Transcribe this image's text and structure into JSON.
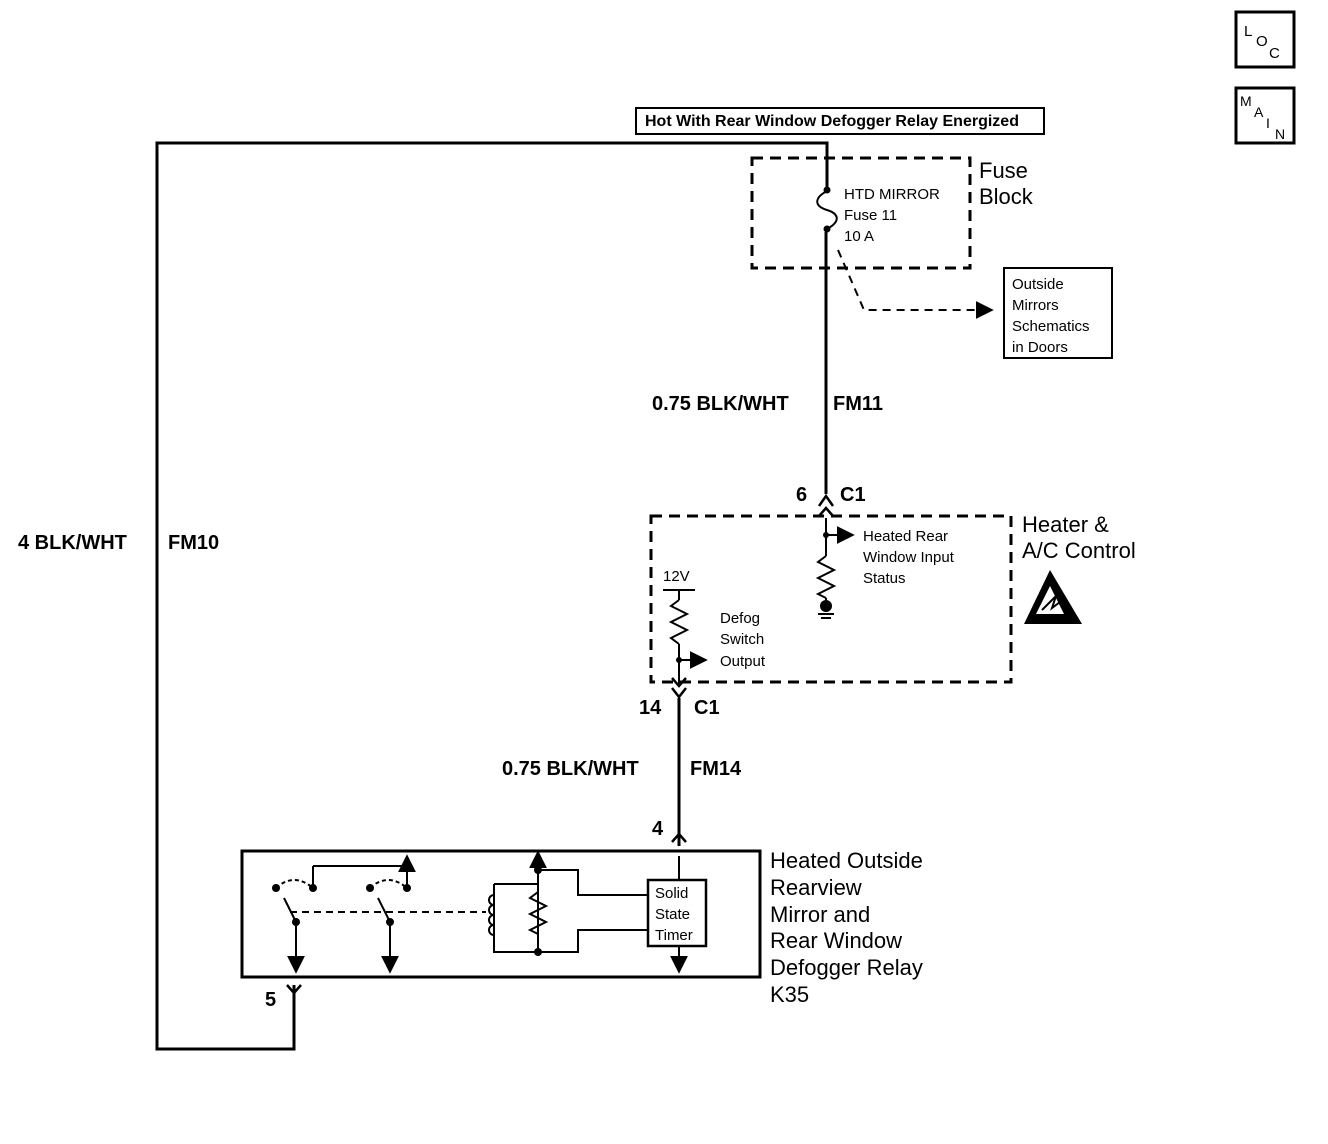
{
  "nav": {
    "loc": [
      "L",
      "O",
      "C"
    ],
    "main": [
      "M",
      "A",
      "I",
      "N"
    ]
  },
  "header_label": "Hot With Rear Window Defogger Relay Energized",
  "fuse_block": {
    "title_1": "Fuse",
    "title_2": "Block",
    "fuse_1": "HTD MIRROR",
    "fuse_2": "Fuse 11",
    "fuse_3": "10 A"
  },
  "outside_mirrors": {
    "line_1": "Outside",
    "line_2": "Mirrors",
    "line_3": "Schematics",
    "line_4": "in Doors"
  },
  "wires": {
    "fm11": {
      "gauge_color": "0.75 BLK/WHT",
      "circuit": "FM11"
    },
    "fm10": {
      "gauge_color": "4 BLK/WHT",
      "circuit": "FM10"
    },
    "fm14": {
      "gauge_color": "0.75 BLK/WHT",
      "circuit": "FM14"
    }
  },
  "connectors": {
    "c1_top_pin": "6",
    "c1_top_name": "C1",
    "c1_bottom_pin": "14",
    "c1_bottom_name": "C1",
    "relay_pin_4": "4",
    "relay_pin_5": "5"
  },
  "hvac_control": {
    "title_1": "Heater &",
    "title_2": "A/C Control",
    "input_1": "Heated Rear",
    "input_2": "Window Input",
    "input_3": "Status",
    "voltage": "12V",
    "output_1": "Defog",
    "output_2": "Switch",
    "output_3": "Output"
  },
  "relay": {
    "line_1": "Heated Outside",
    "line_2": "Rearview",
    "line_3": "Mirror and",
    "line_4": "Rear Window",
    "line_5": "Defogger Relay",
    "line_6": "K35",
    "timer_1": "Solid",
    "timer_2": "State",
    "timer_3": "Timer"
  }
}
